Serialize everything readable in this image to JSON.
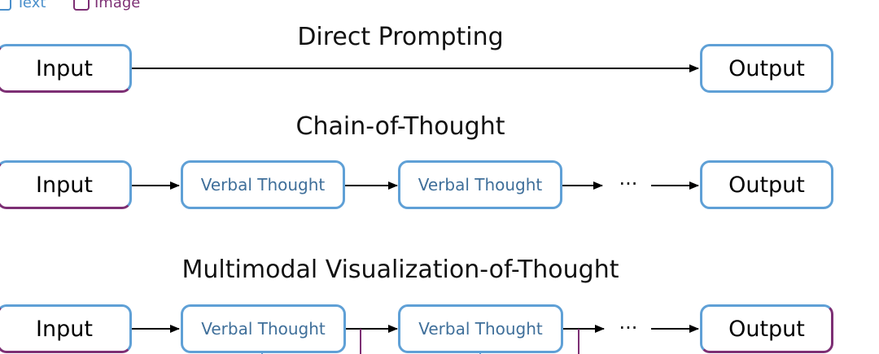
{
  "legend": [
    {
      "label": "Text",
      "color": "#4a8fcb"
    },
    {
      "label": "Image",
      "color": "#7d2f74"
    }
  ],
  "sections": [
    {
      "title": "Direct Prompting",
      "nodes": [
        "Input",
        "Output"
      ]
    },
    {
      "title": "Chain-of-Thought",
      "nodes": [
        "Input",
        "Verbal Thought",
        "Verbal Thought",
        "···",
        "Output"
      ]
    },
    {
      "title": "Multimodal Visualization-of-Thought",
      "nodes": [
        "Input",
        "Verbal Thought",
        "Verbal Thought",
        "···",
        "Output"
      ]
    }
  ],
  "colors": {
    "text_modality": "#5fa0d6",
    "image_modality": "#7d2f74",
    "arrow": "#000000"
  }
}
